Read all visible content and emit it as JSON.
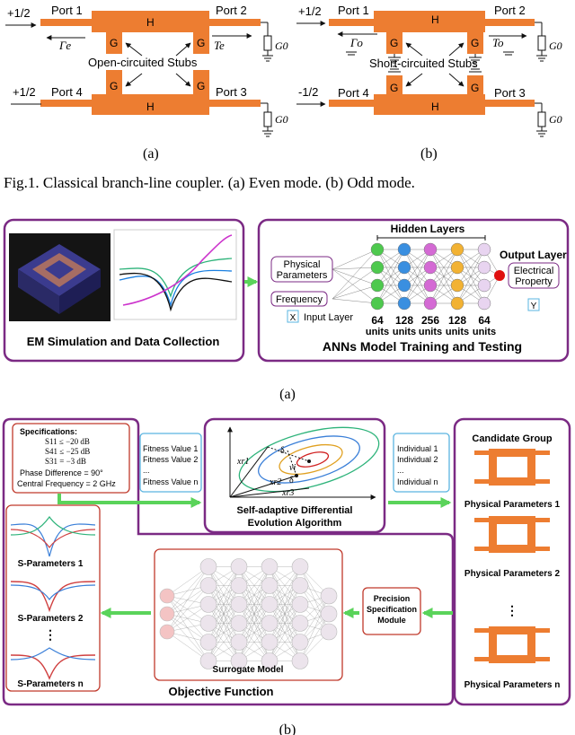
{
  "figure1": {
    "even": {
      "port1": "Port 1",
      "port2": "Port 2",
      "port3": "Port 3",
      "port4": "Port 4",
      "h_label": "H",
      "g_label": "G",
      "input_top": "+1/2",
      "input_bottom": "+1/2",
      "gamma": "Γe",
      "t": "Te",
      "stubs": "Open-circuited Stubs",
      "load": "G0",
      "sublabel": "(a)"
    },
    "odd": {
      "port1": "Port 1",
      "port2": "Port 2",
      "port3": "Port 3",
      "port4": "Port 4",
      "h_label": "H",
      "g_label": "G",
      "input_top": "+1/2",
      "input_bottom": "-1/2",
      "gamma": "Γo",
      "t": "To",
      "stubs": "Short-circuited Stubs",
      "load": "G0",
      "sublabel": "(b)"
    },
    "caption": "Fig.1. Classical branch-line coupler. (a) Even mode. (b) Odd mode."
  },
  "figure2a": {
    "left_title": "EM Simulation and Data Collection",
    "right_title": "ANNs Model Training and Testing",
    "hidden_layers": "Hidden Layers",
    "output_layer": "Output Layer",
    "physical_parameters": [
      "Physical",
      "Parameters"
    ],
    "frequency": "Frequency",
    "electrical_property": [
      "Electrical",
      "Property"
    ],
    "input_layer": "Input Layer",
    "x_label": "X",
    "y_label": "Y",
    "layer_sizes": [
      "64",
      "128",
      "256",
      "128",
      "64"
    ],
    "units": "units",
    "sublabel": "(a)"
  },
  "figure2b": {
    "specs_title": "Specifications:",
    "specs": [
      "S11 ≤ −20 dB",
      "S41 ≤ −25 dB",
      "S31 = −3 dB"
    ],
    "phase": "Phase Difference = 90°",
    "central_freq": "Central Frequency = 2 GHz",
    "fitness": [
      "Fitness Value 1",
      "Fitness Value 2",
      "...",
      "Fitness Value n"
    ],
    "algorithm": [
      "Self-adaptive Differential",
      "Evolution Algorithm"
    ],
    "individuals": [
      "Individual 1",
      "Individual 2",
      "...",
      "Individual n"
    ],
    "candidate_group": "Candidate Group",
    "physical_params": [
      "Physical Parameters 1",
      "Physical Parameters 2",
      "Physical Parameters n"
    ],
    "s_params": [
      "S-Parameters 1",
      "S-Parameters 2",
      "S-Parameters n"
    ],
    "surrogate": "Surrogate Model",
    "precision": [
      "Precision",
      "Specification",
      "Module"
    ],
    "objective": "Objective Function",
    "de_labels": [
      "xr1",
      "xr2",
      "xr3",
      "vi",
      "δ",
      "δ"
    ],
    "sublabel": "(b)"
  },
  "colors": {
    "copper": "#ed7d31",
    "purple_frame": "#7b2a84",
    "green_arrow": "#5ad35a",
    "red_box": "#c0392b",
    "blue_box": "#5ab4e0"
  }
}
